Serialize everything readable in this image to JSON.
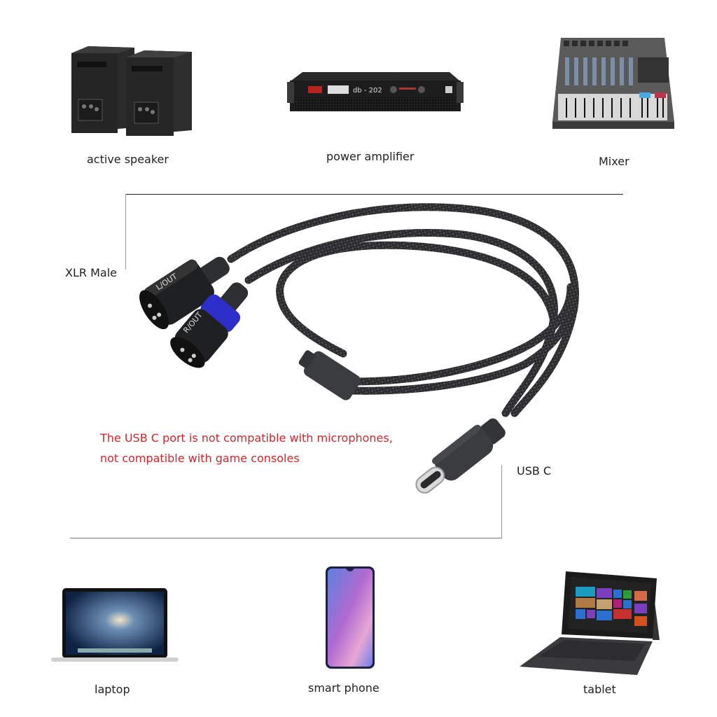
{
  "top_devices": [
    {
      "id": "active-speaker",
      "label": "active speaker"
    },
    {
      "id": "power-amplifier",
      "label": "power amplifier",
      "panel_text": "db - 202"
    },
    {
      "id": "mixer",
      "label": "Mixer"
    }
  ],
  "cable": {
    "xlr_label": "XLR Male",
    "usb_label": "USB C",
    "connectors": [
      {
        "id": "left",
        "marking": "L/OUT",
        "accent": "#1c1c1e"
      },
      {
        "id": "right",
        "marking": "R/OUT",
        "accent": "#2c2fc9"
      }
    ],
    "colors": {
      "braid": "#2a2a2c",
      "shell": "#3a3b3e",
      "tip": "#d9dadc"
    }
  },
  "warning": {
    "line1": "The USB C port is not compatible with microphones,",
    "line2": "not compatible with game consoles",
    "color": "#d6252a"
  },
  "bottom_devices": [
    {
      "id": "laptop",
      "label": "laptop"
    },
    {
      "id": "smart-phone",
      "label": "smart phone"
    },
    {
      "id": "tablet",
      "label": "tablet"
    }
  ]
}
